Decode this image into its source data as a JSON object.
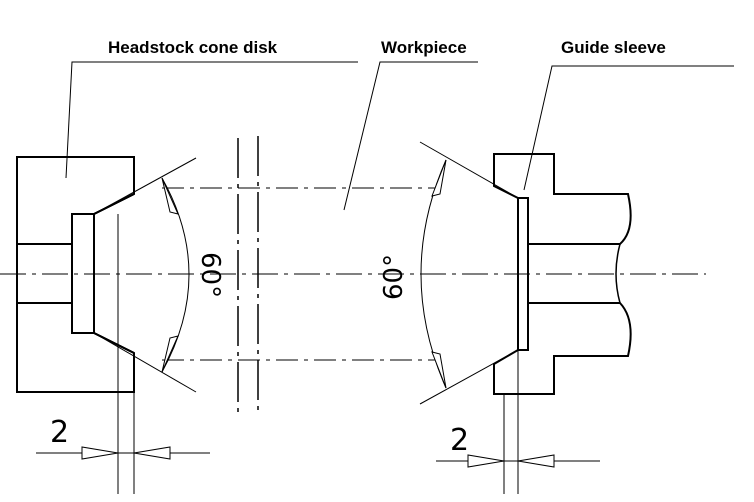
{
  "labels": {
    "headstock": "Headstock cone disk",
    "workpiece": "Workpiece",
    "guide": "Guide sleeve"
  },
  "dimensions": {
    "left_gap": "2",
    "right_gap": "2"
  },
  "angles": {
    "left": "60°",
    "right": "60°"
  }
}
